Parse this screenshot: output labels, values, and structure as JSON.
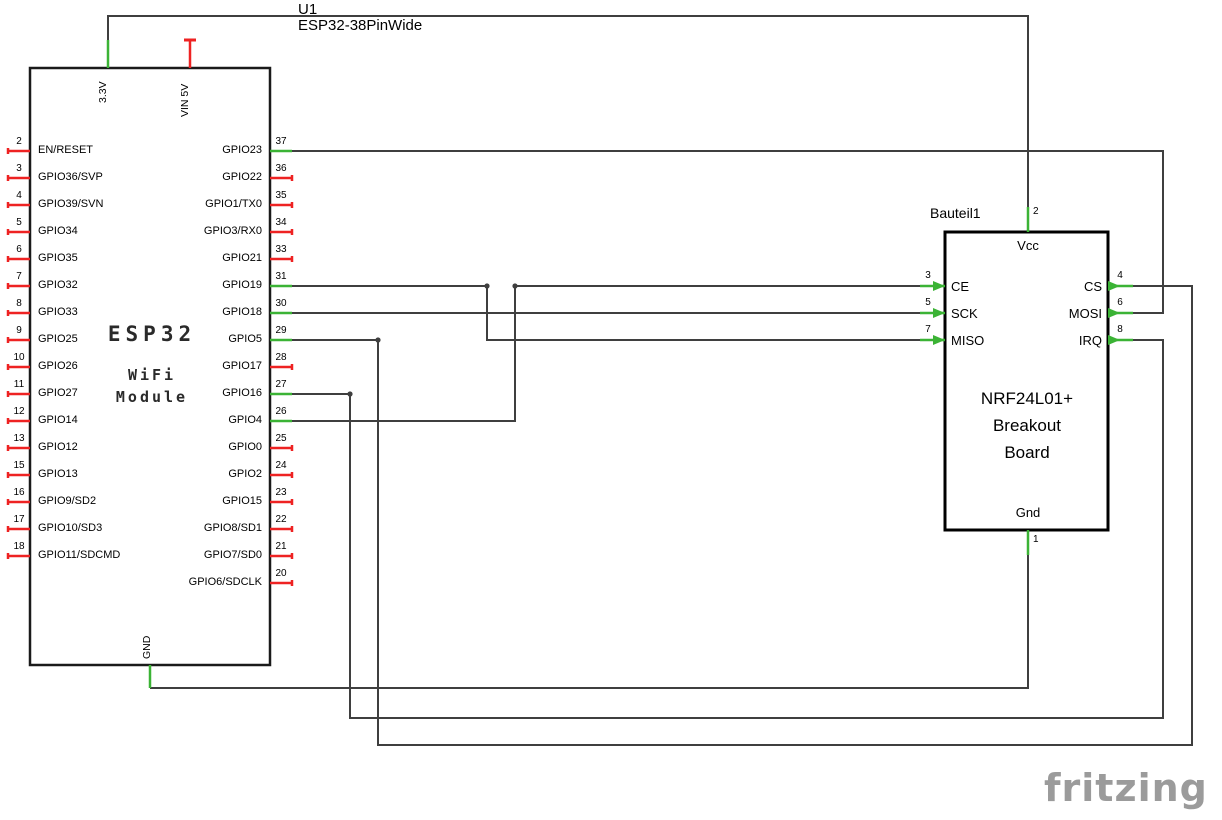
{
  "titles": {
    "ref": "U1",
    "part": "ESP32-38PinWide"
  },
  "esp32": {
    "name_line1": "ESP32",
    "name_line2": "WiFi",
    "name_line3": "Module",
    "top_pins": [
      {
        "label": "3.3V",
        "connected": true
      },
      {
        "label": "VIN 5V",
        "connected": false
      }
    ],
    "bottom_pins": [
      {
        "label": "GND",
        "connected": true
      }
    ],
    "left_pins": [
      {
        "num": "2",
        "label": "EN/RESET"
      },
      {
        "num": "3",
        "label": "GPIO36/SVP"
      },
      {
        "num": "4",
        "label": "GPIO39/SVN"
      },
      {
        "num": "5",
        "label": "GPIO34"
      },
      {
        "num": "6",
        "label": "GPIO35"
      },
      {
        "num": "7",
        "label": "GPIO32"
      },
      {
        "num": "8",
        "label": "GPIO33"
      },
      {
        "num": "9",
        "label": "GPIO25"
      },
      {
        "num": "10",
        "label": "GPIO26"
      },
      {
        "num": "11",
        "label": "GPIO27"
      },
      {
        "num": "12",
        "label": "GPIO14"
      },
      {
        "num": "13",
        "label": "GPIO12"
      },
      {
        "num": "15",
        "label": "GPIO13"
      },
      {
        "num": "16",
        "label": "GPIO9/SD2"
      },
      {
        "num": "17",
        "label": "GPIO10/SD3"
      },
      {
        "num": "18",
        "label": "GPIO11/SDCMD"
      }
    ],
    "right_pins": [
      {
        "num": "37",
        "label": "GPIO23",
        "connected": true
      },
      {
        "num": "36",
        "label": "GPIO22",
        "connected": false
      },
      {
        "num": "35",
        "label": "GPIO1/TX0",
        "connected": false
      },
      {
        "num": "34",
        "label": "GPIO3/RX0",
        "connected": false
      },
      {
        "num": "33",
        "label": "GPIO21",
        "connected": false
      },
      {
        "num": "31",
        "label": "GPIO19",
        "connected": true
      },
      {
        "num": "30",
        "label": "GPIO18",
        "connected": true
      },
      {
        "num": "29",
        "label": "GPIO5",
        "connected": true
      },
      {
        "num": "28",
        "label": "GPIO17",
        "connected": false
      },
      {
        "num": "27",
        "label": "GPIO16",
        "connected": true
      },
      {
        "num": "26",
        "label": "GPIO4",
        "connected": true
      },
      {
        "num": "25",
        "label": "GPIO0",
        "connected": false
      },
      {
        "num": "24",
        "label": "GPIO2",
        "connected": false
      },
      {
        "num": "23",
        "label": "GPIO15",
        "connected": false
      },
      {
        "num": "22",
        "label": "GPIO8/SD1",
        "connected": false
      },
      {
        "num": "21",
        "label": "GPIO7/SD0",
        "connected": false
      },
      {
        "num": "20",
        "label": "GPIO6/SDCLK",
        "connected": false
      }
    ]
  },
  "nrf": {
    "ref": "Bauteil1",
    "title_line1": "NRF24L01+",
    "title_line2": "Breakout",
    "title_line3": "Board",
    "top_pin": {
      "num": "2",
      "label": "Vcc"
    },
    "bottom_pin": {
      "num": "1",
      "label": "Gnd"
    },
    "left_pins": [
      {
        "num": "3",
        "label": "CE"
      },
      {
        "num": "5",
        "label": "SCK"
      },
      {
        "num": "7",
        "label": "MISO"
      }
    ],
    "right_pins": [
      {
        "num": "4",
        "label": "CS"
      },
      {
        "num": "6",
        "label": "MOSI"
      },
      {
        "num": "8",
        "label": "IRQ"
      }
    ]
  },
  "nets": [
    "3.3V to Vcc",
    "GND to Gnd",
    "GPIO23 to MOSI",
    "GPIO18 to SCK",
    "GPIO19 to MISO",
    "GPIO4 to CE",
    "GPIO5 to CS",
    "GPIO16 to IRQ"
  ],
  "watermark": "fritzing",
  "colors": {
    "wire": "#3f3f3f",
    "connected_pin": "#3bb335",
    "unconnected_pin": "#ee2222",
    "component_border": "#000000",
    "watermark": "#9b9b9b"
  }
}
